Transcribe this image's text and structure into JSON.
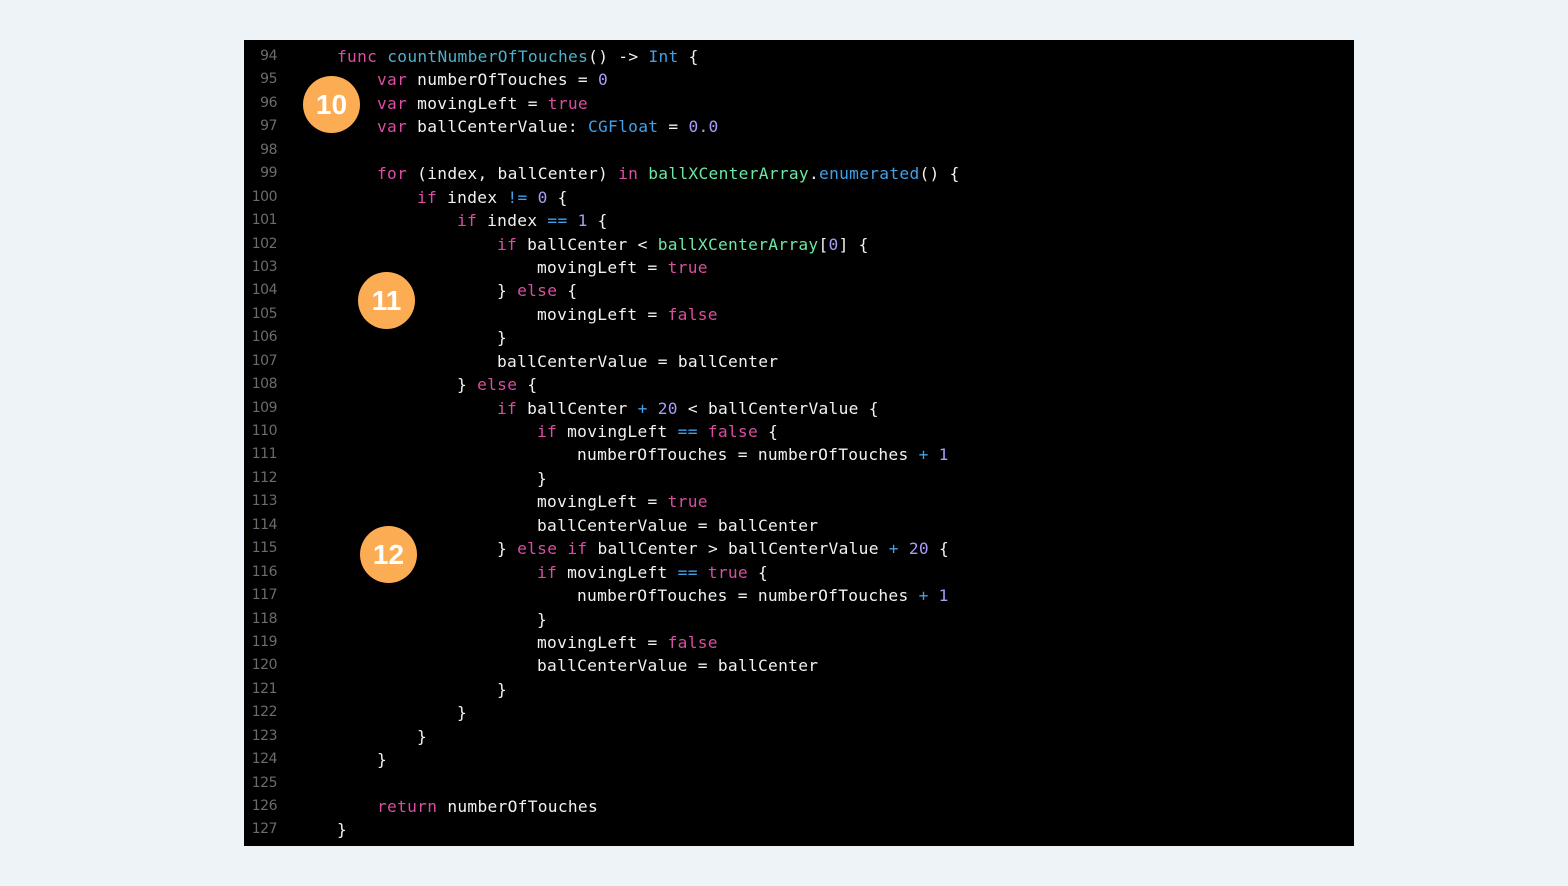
{
  "colors": {
    "page_background": "#eef3f8",
    "editor_background": "#000000",
    "plain": "#f2f2f2",
    "keyword": "#d94ea1",
    "function_name": "#4eb0cc",
    "type": "#41a1e8",
    "number": "#a79df8",
    "operator": "#41a1e8",
    "project_symbol": "#6be9a5",
    "line_number": "#6c6c70",
    "badge": "#fcad53"
  },
  "badges": [
    {
      "label": "10",
      "line": 96
    },
    {
      "label": "11",
      "line": 104
    },
    {
      "label": "12",
      "line": 115
    }
  ],
  "code": {
    "lines": [
      {
        "n": "94",
        "indent": 1,
        "tokens": [
          [
            "kw",
            "func"
          ],
          [
            "p",
            " "
          ],
          [
            "fn",
            "countNumberOfTouches"
          ],
          [
            "p",
            "() -> "
          ],
          [
            "ty",
            "Int"
          ],
          [
            "p",
            " {"
          ]
        ]
      },
      {
        "n": "95",
        "indent": 2,
        "tokens": [
          [
            "kw",
            "var"
          ],
          [
            "p",
            " numberOfTouches = "
          ],
          [
            "num",
            "0"
          ]
        ]
      },
      {
        "n": "96",
        "indent": 2,
        "tokens": [
          [
            "kw",
            "var"
          ],
          [
            "p",
            " movingLeft = "
          ],
          [
            "kw",
            "true"
          ]
        ]
      },
      {
        "n": "97",
        "indent": 2,
        "tokens": [
          [
            "kw",
            "var"
          ],
          [
            "p",
            " ballCenterValue: "
          ],
          [
            "ty",
            "CGFloat"
          ],
          [
            "p",
            " = "
          ],
          [
            "num",
            "0.0"
          ]
        ]
      },
      {
        "n": "98",
        "indent": 0,
        "tokens": []
      },
      {
        "n": "99",
        "indent": 2,
        "tokens": [
          [
            "kw",
            "for"
          ],
          [
            "p",
            " (index, ballCenter) "
          ],
          [
            "kw",
            "in"
          ],
          [
            "p",
            " "
          ],
          [
            "pr",
            "ballXCenterArray"
          ],
          [
            "p",
            "."
          ],
          [
            "ty",
            "enumerated"
          ],
          [
            "p",
            "() {"
          ]
        ]
      },
      {
        "n": "100",
        "indent": 3,
        "tokens": [
          [
            "kw",
            "if"
          ],
          [
            "p",
            " index "
          ],
          [
            "op",
            "!="
          ],
          [
            "p",
            " "
          ],
          [
            "num",
            "0"
          ],
          [
            "p",
            " {"
          ]
        ]
      },
      {
        "n": "101",
        "indent": 4,
        "tokens": [
          [
            "kw",
            "if"
          ],
          [
            "p",
            " index "
          ],
          [
            "op",
            "=="
          ],
          [
            "p",
            " "
          ],
          [
            "num",
            "1"
          ],
          [
            "p",
            " {"
          ]
        ]
      },
      {
        "n": "102",
        "indent": 5,
        "tokens": [
          [
            "kw",
            "if"
          ],
          [
            "p",
            " ballCenter < "
          ],
          [
            "pr",
            "ballXCenterArray"
          ],
          [
            "p",
            "["
          ],
          [
            "num",
            "0"
          ],
          [
            "p",
            "] {"
          ]
        ]
      },
      {
        "n": "103",
        "indent": 6,
        "tokens": [
          [
            "p",
            "movingLeft = "
          ],
          [
            "kw",
            "true"
          ]
        ]
      },
      {
        "n": "104",
        "indent": 5,
        "tokens": [
          [
            "p",
            "} "
          ],
          [
            "kw",
            "else"
          ],
          [
            "p",
            " {"
          ]
        ]
      },
      {
        "n": "105",
        "indent": 6,
        "tokens": [
          [
            "p",
            "movingLeft = "
          ],
          [
            "kw",
            "false"
          ]
        ]
      },
      {
        "n": "106",
        "indent": 5,
        "tokens": [
          [
            "p",
            "}"
          ]
        ]
      },
      {
        "n": "107",
        "indent": 5,
        "tokens": [
          [
            "p",
            "ballCenterValue = ballCenter"
          ]
        ]
      },
      {
        "n": "108",
        "indent": 4,
        "tokens": [
          [
            "p",
            "} "
          ],
          [
            "kw",
            "else"
          ],
          [
            "p",
            " {"
          ]
        ]
      },
      {
        "n": "109",
        "indent": 5,
        "tokens": [
          [
            "kw",
            "if"
          ],
          [
            "p",
            " ballCenter "
          ],
          [
            "op",
            "+"
          ],
          [
            "p",
            " "
          ],
          [
            "num",
            "20"
          ],
          [
            "p",
            " < ballCenterValue {"
          ]
        ]
      },
      {
        "n": "110",
        "indent": 6,
        "tokens": [
          [
            "kw",
            "if"
          ],
          [
            "p",
            " movingLeft "
          ],
          [
            "op",
            "=="
          ],
          [
            "p",
            " "
          ],
          [
            "kw",
            "false"
          ],
          [
            "p",
            " {"
          ]
        ]
      },
      {
        "n": "111",
        "indent": 7,
        "tokens": [
          [
            "p",
            "numberOfTouches = numberOfTouches "
          ],
          [
            "op",
            "+"
          ],
          [
            "p",
            " "
          ],
          [
            "num",
            "1"
          ]
        ]
      },
      {
        "n": "112",
        "indent": 6,
        "tokens": [
          [
            "p",
            "}"
          ]
        ]
      },
      {
        "n": "113",
        "indent": 6,
        "tokens": [
          [
            "p",
            "movingLeft = "
          ],
          [
            "kw",
            "true"
          ]
        ]
      },
      {
        "n": "114",
        "indent": 6,
        "tokens": [
          [
            "p",
            "ballCenterValue = ballCenter"
          ]
        ]
      },
      {
        "n": "115",
        "indent": 5,
        "tokens": [
          [
            "p",
            "} "
          ],
          [
            "kw",
            "else"
          ],
          [
            "p",
            " "
          ],
          [
            "kw",
            "if"
          ],
          [
            "p",
            " ballCenter > ballCenterValue "
          ],
          [
            "op",
            "+"
          ],
          [
            "p",
            " "
          ],
          [
            "num",
            "20"
          ],
          [
            "p",
            " {"
          ]
        ]
      },
      {
        "n": "116",
        "indent": 6,
        "tokens": [
          [
            "kw",
            "if"
          ],
          [
            "p",
            " movingLeft "
          ],
          [
            "op",
            "=="
          ],
          [
            "p",
            " "
          ],
          [
            "kw",
            "true"
          ],
          [
            "p",
            " {"
          ]
        ]
      },
      {
        "n": "117",
        "indent": 7,
        "tokens": [
          [
            "p",
            "numberOfTouches = numberOfTouches "
          ],
          [
            "op",
            "+"
          ],
          [
            "p",
            " "
          ],
          [
            "num",
            "1"
          ]
        ]
      },
      {
        "n": "118",
        "indent": 6,
        "tokens": [
          [
            "p",
            "}"
          ]
        ]
      },
      {
        "n": "119",
        "indent": 6,
        "tokens": [
          [
            "p",
            "movingLeft = "
          ],
          [
            "kw",
            "false"
          ]
        ]
      },
      {
        "n": "120",
        "indent": 6,
        "tokens": [
          [
            "p",
            "ballCenterValue = ballCenter"
          ]
        ]
      },
      {
        "n": "121",
        "indent": 5,
        "tokens": [
          [
            "p",
            "}"
          ]
        ]
      },
      {
        "n": "122",
        "indent": 4,
        "tokens": [
          [
            "p",
            "}"
          ]
        ]
      },
      {
        "n": "123",
        "indent": 3,
        "tokens": [
          [
            "p",
            "}"
          ]
        ]
      },
      {
        "n": "124",
        "indent": 2,
        "tokens": [
          [
            "p",
            "}"
          ]
        ]
      },
      {
        "n": "125",
        "indent": 0,
        "tokens": []
      },
      {
        "n": "126",
        "indent": 2,
        "tokens": [
          [
            "kw",
            "return"
          ],
          [
            "p",
            " numberOfTouches"
          ]
        ]
      },
      {
        "n": "127",
        "indent": 1,
        "tokens": [
          [
            "p",
            "}"
          ]
        ]
      }
    ]
  }
}
